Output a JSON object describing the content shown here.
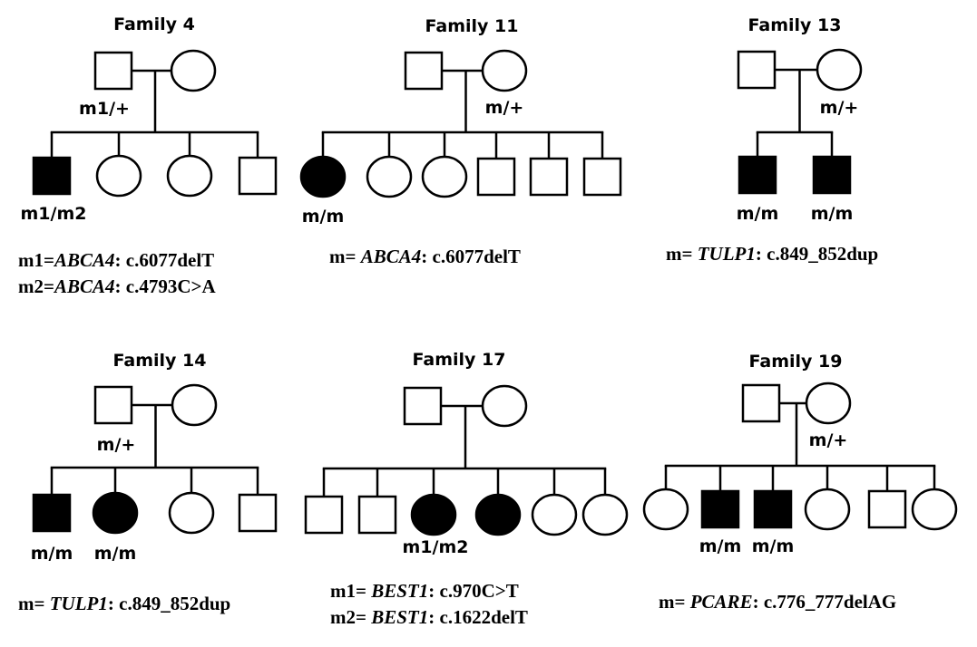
{
  "figure": {
    "families": [
      {
        "id": "family-4",
        "title": "Family 4",
        "parents": {
          "father": {
            "sex": "male",
            "affected": false,
            "genotype": "m1/+"
          },
          "mother": {
            "sex": "female",
            "affected": false,
            "genotype": ""
          }
        },
        "children": [
          {
            "sex": "male",
            "affected": true,
            "genotype": "m1/m2"
          },
          {
            "sex": "female",
            "affected": false,
            "genotype": ""
          },
          {
            "sex": "female",
            "affected": false,
            "genotype": ""
          },
          {
            "sex": "male",
            "affected": false,
            "genotype": ""
          }
        ],
        "legend": [
          {
            "prefix": "m1=",
            "gene": "ABCA4",
            "variant": ": c.6077delT"
          },
          {
            "prefix": "m2=",
            "gene": "ABCA4",
            "variant": ": c.4793C>A"
          }
        ]
      },
      {
        "id": "family-11",
        "title": "Family 11",
        "parents": {
          "father": {
            "sex": "male",
            "affected": false,
            "genotype": ""
          },
          "mother": {
            "sex": "female",
            "affected": false,
            "genotype": "m/+"
          }
        },
        "children": [
          {
            "sex": "female",
            "affected": true,
            "genotype": "m/m"
          },
          {
            "sex": "female",
            "affected": false,
            "genotype": ""
          },
          {
            "sex": "female",
            "affected": false,
            "genotype": ""
          },
          {
            "sex": "male",
            "affected": false,
            "genotype": ""
          },
          {
            "sex": "male",
            "affected": false,
            "genotype": ""
          },
          {
            "sex": "male",
            "affected": false,
            "genotype": ""
          }
        ],
        "legend": [
          {
            "prefix": "m= ",
            "gene": "ABCA4",
            "variant": ": c.6077delT"
          }
        ]
      },
      {
        "id": "family-13",
        "title": "Family 13",
        "parents": {
          "father": {
            "sex": "male",
            "affected": false,
            "genotype": ""
          },
          "mother": {
            "sex": "female",
            "affected": false,
            "genotype": "m/+"
          }
        },
        "children": [
          {
            "sex": "male",
            "affected": true,
            "genotype": "m/m"
          },
          {
            "sex": "male",
            "affected": true,
            "genotype": "m/m"
          }
        ],
        "legend": [
          {
            "prefix": "m= ",
            "gene": "TULP1",
            "variant": ": c.849_852dup"
          }
        ]
      },
      {
        "id": "family-14",
        "title": "Family 14",
        "parents": {
          "father": {
            "sex": "male",
            "affected": false,
            "genotype": "m/+"
          },
          "mother": {
            "sex": "female",
            "affected": false,
            "genotype": ""
          }
        },
        "children": [
          {
            "sex": "male",
            "affected": true,
            "genotype": "m/m"
          },
          {
            "sex": "female",
            "affected": true,
            "genotype": "m/m"
          },
          {
            "sex": "female",
            "affected": false,
            "genotype": ""
          },
          {
            "sex": "male",
            "affected": false,
            "genotype": ""
          }
        ],
        "legend": [
          {
            "prefix": "m= ",
            "gene": "TULP1",
            "variant": ": c.849_852dup"
          }
        ]
      },
      {
        "id": "family-17",
        "title": "Family 17",
        "parents": {
          "father": {
            "sex": "male",
            "affected": false,
            "genotype": ""
          },
          "mother": {
            "sex": "female",
            "affected": false,
            "genotype": ""
          }
        },
        "children": [
          {
            "sex": "male",
            "affected": false,
            "genotype": ""
          },
          {
            "sex": "male",
            "affected": false,
            "genotype": ""
          },
          {
            "sex": "female",
            "affected": true,
            "genotype": "m1/m2"
          },
          {
            "sex": "female",
            "affected": true,
            "genotype": ""
          },
          {
            "sex": "female",
            "affected": false,
            "genotype": ""
          },
          {
            "sex": "female",
            "affected": false,
            "genotype": ""
          }
        ],
        "legend": [
          {
            "prefix": "m1= ",
            "gene": "BEST1",
            "variant": ": c.970C>T"
          },
          {
            "prefix": "m2= ",
            "gene": "BEST1",
            "variant": ": c.1622delT"
          }
        ]
      },
      {
        "id": "family-19",
        "title": "Family 19",
        "parents": {
          "father": {
            "sex": "male",
            "affected": false,
            "genotype": ""
          },
          "mother": {
            "sex": "female",
            "affected": false,
            "genotype": "m/+"
          }
        },
        "children": [
          {
            "sex": "female",
            "affected": false,
            "genotype": ""
          },
          {
            "sex": "male",
            "affected": true,
            "genotype": "m/m"
          },
          {
            "sex": "male",
            "affected": true,
            "genotype": "m/m"
          },
          {
            "sex": "female",
            "affected": false,
            "genotype": ""
          },
          {
            "sex": "male",
            "affected": false,
            "genotype": ""
          },
          {
            "sex": "female",
            "affected": false,
            "genotype": ""
          }
        ],
        "legend": [
          {
            "prefix": "m= ",
            "gene": "PCARE",
            "variant": ": c.776_777delAG"
          }
        ]
      }
    ]
  }
}
